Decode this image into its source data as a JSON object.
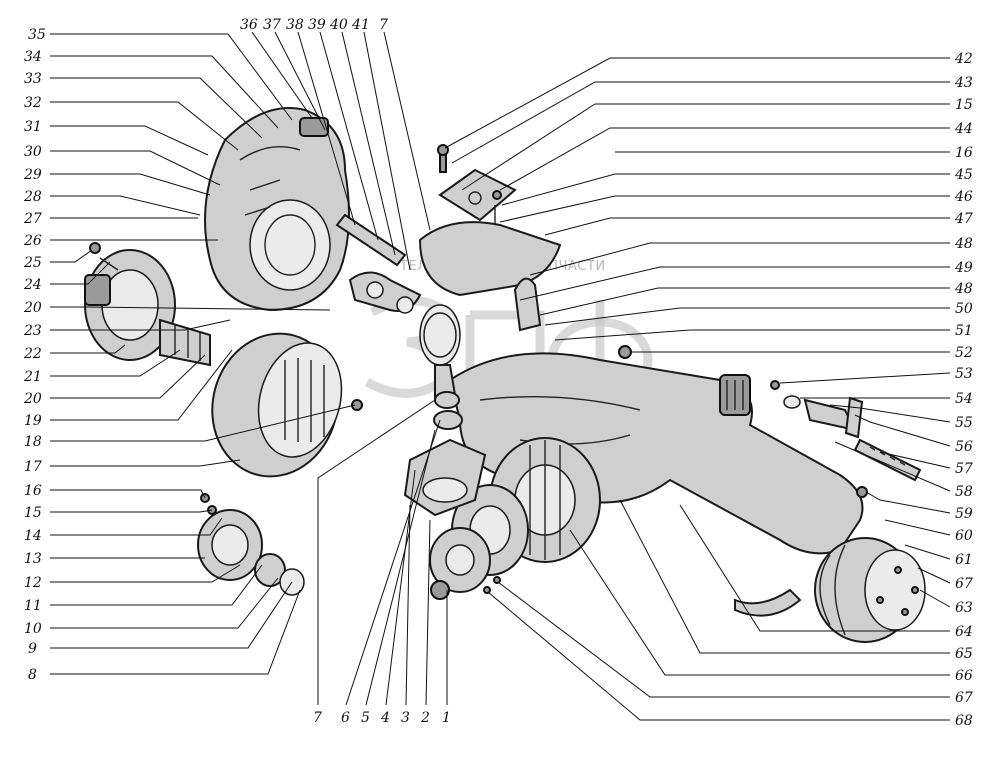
{
  "diagram": {
    "watermark": {
      "logo": "ЗПФ",
      "left_text": "ТЕЛЕКОМ",
      "right_text": "ЗАПЧАСТИ"
    },
    "callouts": {
      "c1": "1",
      "c2": "2",
      "c3": "3",
      "c4": "4",
      "c5": "5",
      "c6": "6",
      "c7": "7",
      "c7b": "7",
      "c8": "8",
      "c9": "9",
      "c10": "10",
      "c11": "11",
      "c12": "12",
      "c13": "13",
      "c14": "14",
      "c15": "15",
      "c15b": "15",
      "c16": "16",
      "c16b": "16",
      "c17": "17",
      "c18": "18",
      "c19": "19",
      "c20": "20",
      "c20b": "20",
      "c21": "21",
      "c22": "22",
      "c23": "23",
      "c24": "24",
      "c25": "25",
      "c26": "26",
      "c27": "27",
      "c28": "28",
      "c29": "29",
      "c30": "30",
      "c31": "31",
      "c32": "32",
      "c33": "33",
      "c34": "34",
      "c35": "35",
      "c36": "36",
      "c37": "37",
      "c38": "38",
      "c39": "39",
      "c40": "40",
      "c41": "41",
      "c42": "42",
      "c43": "43",
      "c44": "44",
      "c45": "45",
      "c46": "46",
      "c47": "47",
      "c48": "48",
      "c48b": "48",
      "c49": "49",
      "c50": "50",
      "c51": "51",
      "c52": "52",
      "c53": "53",
      "c54": "54",
      "c55": "55",
      "c56": "56",
      "c57": "57",
      "c58": "58",
      "c59": "59",
      "c60": "60",
      "c61": "61",
      "c62": "67",
      "c63": "63",
      "c64": "64",
      "c65": "65",
      "c66": "66",
      "c67": "67",
      "c68": "68"
    }
  }
}
